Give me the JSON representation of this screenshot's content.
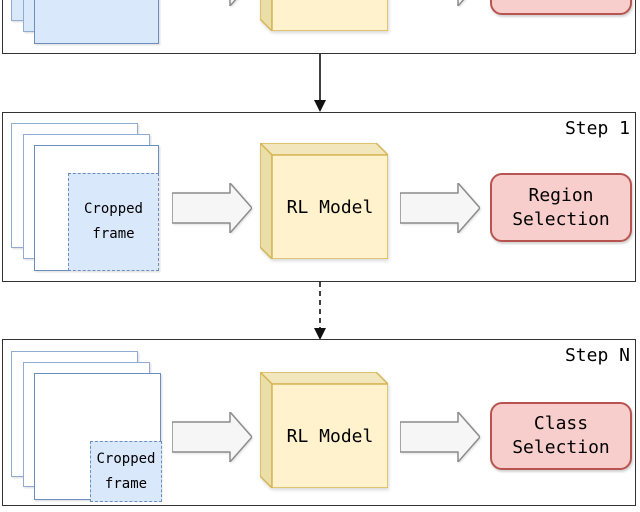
{
  "colors": {
    "frame_fill_blue": "#dae8fc",
    "frame_border_blue": "#6c8ebf",
    "cube_front": "#fff2cc",
    "cube_top": "#f2e6bc",
    "cube_side": "#eadfa9",
    "cube_border": "#d6b656",
    "output_fill": "#f8cecc",
    "output_border": "#b85450",
    "arrow_fill": "#f6f6f6",
    "arrow_border": "#8c8c8c",
    "panel_border": "#333333"
  },
  "panels": [
    {
      "step_label": "",
      "model_label": "",
      "crop_line1": "",
      "crop_line2": "",
      "output_line1": "",
      "output_line2": ""
    },
    {
      "step_label": "Step 1",
      "model_label": "RL Model",
      "crop_line1": "Cropped",
      "crop_line2": "frame",
      "output_line1": "Region",
      "output_line2": "Selection"
    },
    {
      "step_label": "Step N",
      "model_label": "RL Model",
      "crop_line1": "Cropped",
      "crop_line2": "frame",
      "output_line1": "Class",
      "output_line2": "Selection"
    }
  ],
  "connectors": [
    {
      "type": "solid-down-arrow"
    },
    {
      "type": "dashed-down-arrow"
    }
  ]
}
